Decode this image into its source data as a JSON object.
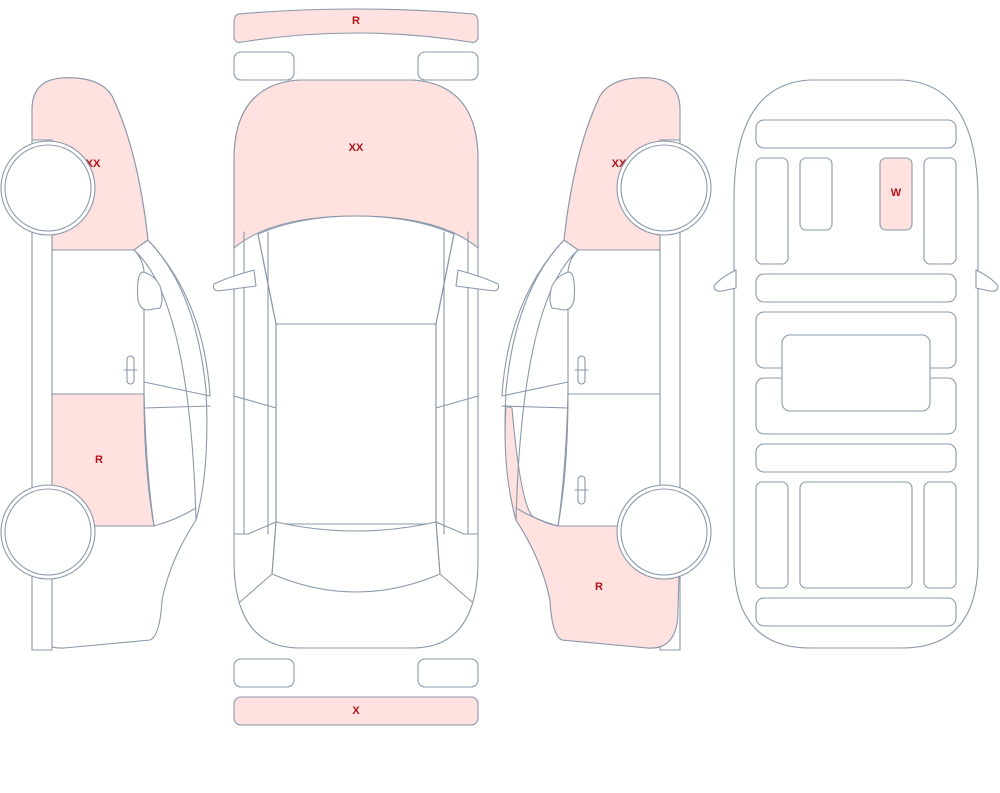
{
  "colors": {
    "outline": "#8a98ab",
    "damage_fill": "#ffe1df",
    "damage_text": "#b3141b",
    "panel_fill": "#ffffff"
  },
  "marks": {
    "rear_bumper": "R",
    "hood": "XX",
    "front_bumper": "X",
    "left_front_fender": "XX",
    "left_rear_door": "R",
    "right_front_fender": "XX",
    "right_rear_quarter": "R",
    "interior_seat": "W"
  }
}
